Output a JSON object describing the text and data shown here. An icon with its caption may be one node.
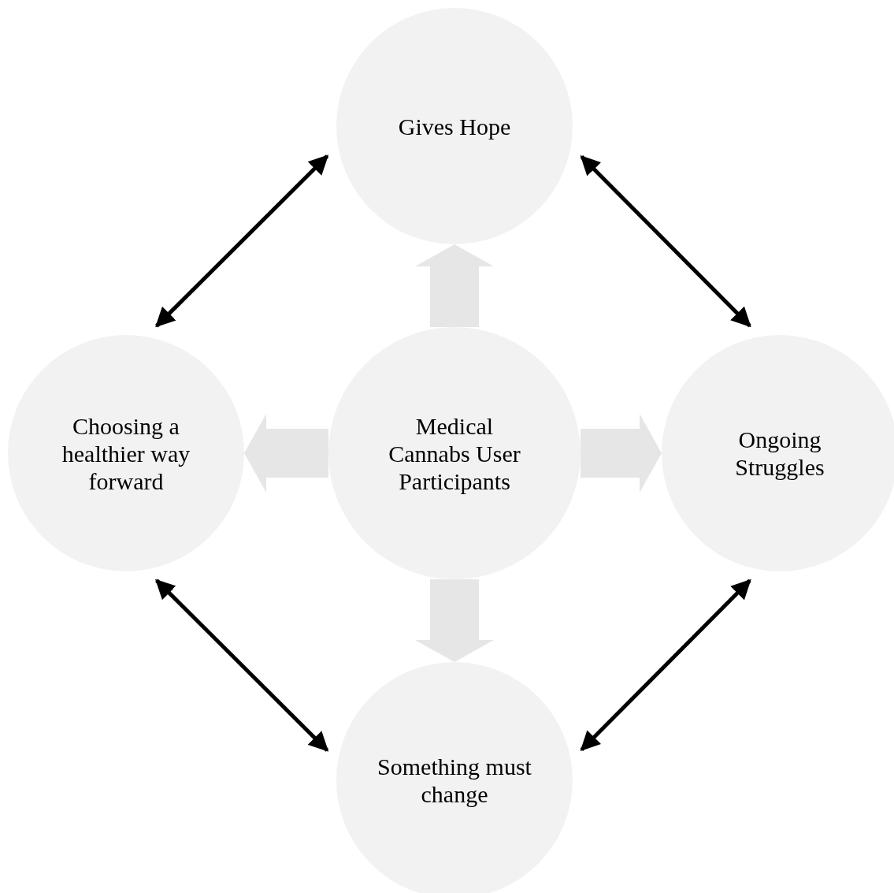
{
  "diagram": {
    "nodes": [
      {
        "text": [
          "Gives Hope"
        ]
      },
      {
        "text": [
          "Choosing a healthier way forward"
        ]
      },
      {
        "text": [
          "Medical Cannabs User Participants"
        ]
      },
      {
        "text": [
          "Ongoing Struggles"
        ]
      },
      {
        "text": [
          "Something must change"
        ]
      }
    ],
    "edges": [
      {
        "from": 2,
        "to": 0,
        "arrow": "to",
        "style": "thick",
        "color": "#e6e6e6"
      },
      {
        "from": 2,
        "to": 1,
        "arrow": "to",
        "style": "thick",
        "color": "#e6e6e6"
      },
      {
        "from": 2,
        "to": 3,
        "arrow": "to",
        "style": "thick",
        "color": "#e6e6e6"
      },
      {
        "from": 2,
        "to": 4,
        "arrow": "to",
        "style": "thick",
        "color": "#e6e6e6"
      },
      {
        "from": 1,
        "to": 0,
        "arrow": "both",
        "color": "#000000"
      },
      {
        "from": 0,
        "to": 3,
        "arrow": "both",
        "color": "#000000"
      },
      {
        "from": 3,
        "to": 4,
        "arrow": "both",
        "color": "#000000"
      },
      {
        "from": 4,
        "to": 1,
        "arrow": "both",
        "color": "#000000"
      }
    ]
  }
}
